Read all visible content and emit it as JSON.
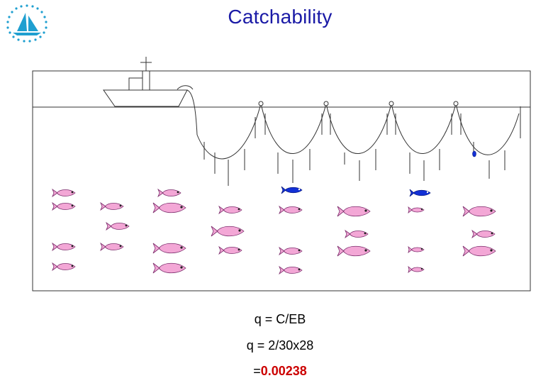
{
  "title": "Catchability",
  "formulas": {
    "line1": "q = C/EB",
    "line2": "q = 2/30x28",
    "line3_prefix": "=",
    "line3_value": "0.00238"
  },
  "colors": {
    "title": "#1a1aa6",
    "result": "#cc0000",
    "fish_body": "#f3a7d6",
    "fish_outline": "#7a2a6a",
    "caught_fish": "#1230d6",
    "logo": "#1f9fd0"
  },
  "icons": {
    "logo": "spc-emblem-icon",
    "boat": "fishing-boat-icon",
    "fish": "fish-icon"
  }
}
